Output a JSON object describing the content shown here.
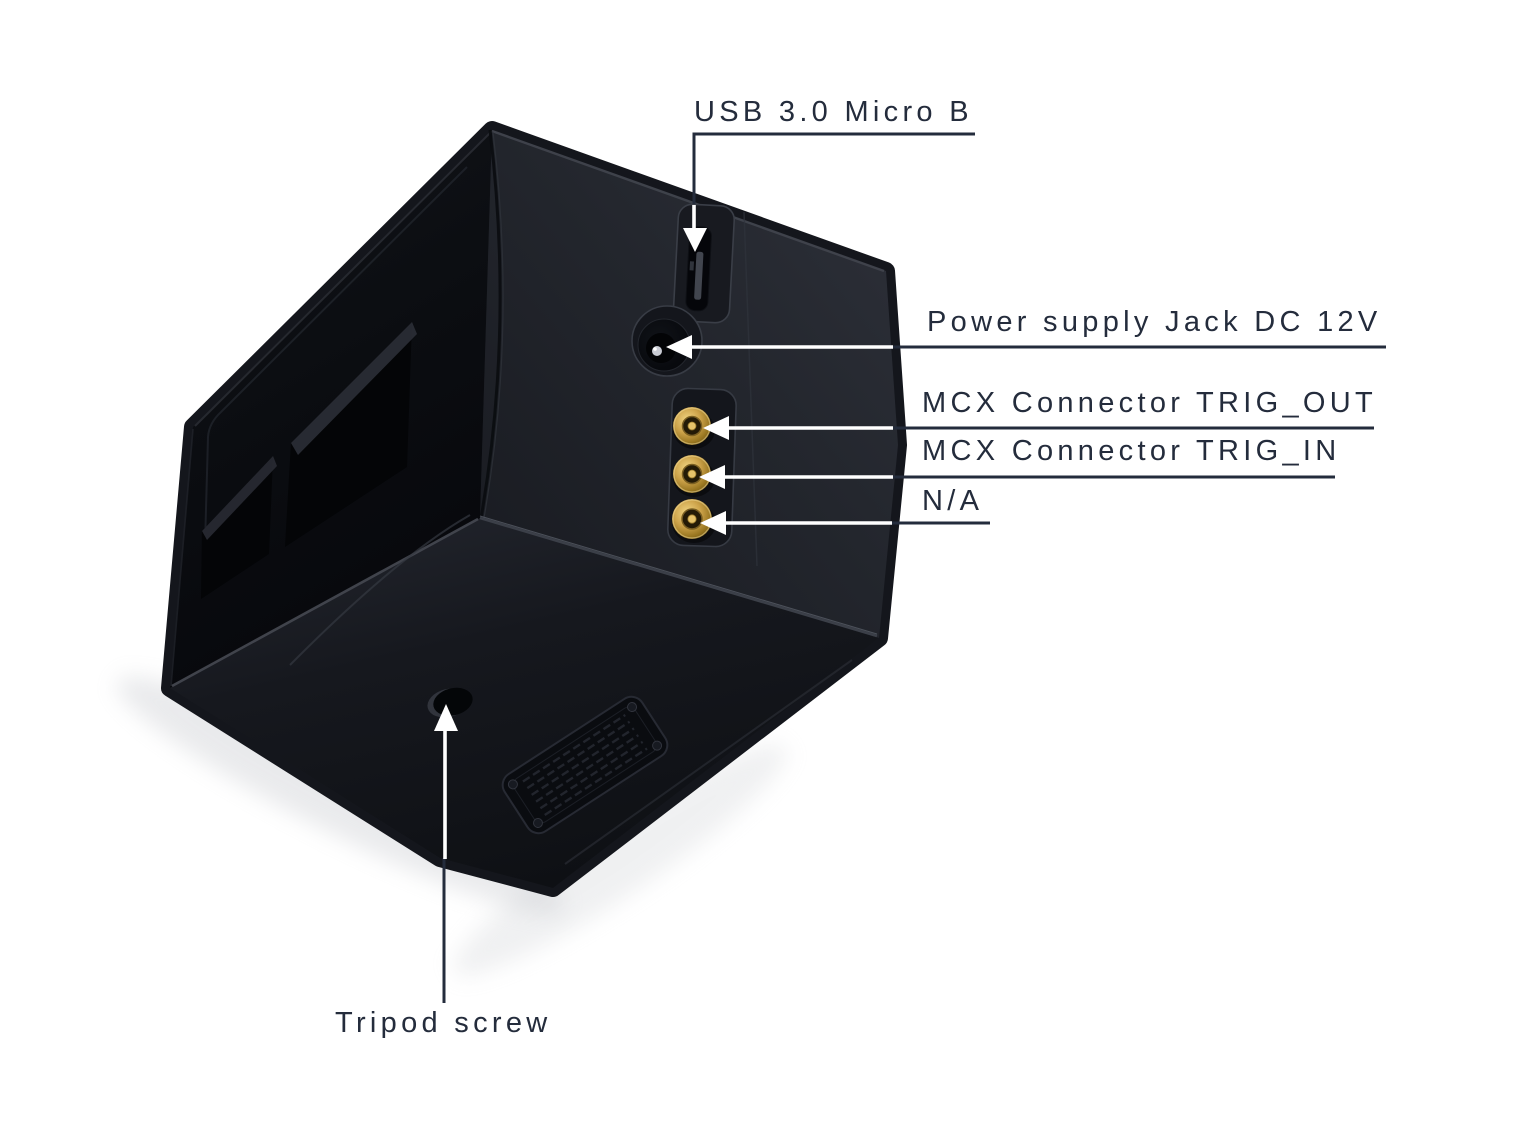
{
  "colors": {
    "background": "#ffffff",
    "label": "#242c3c",
    "arrow": "#ffffff",
    "device-body": "#1d2027",
    "connector-gold": "#c29a41"
  },
  "callouts": {
    "usb": "USB 3.0 Micro B",
    "power": "Power supply Jack DC 12V",
    "trig_out": "MCX Connector TRIG_OUT",
    "trig_in": "MCX Connector TRIG_IN",
    "na": "N/A",
    "tripod": "Tripod screw"
  }
}
